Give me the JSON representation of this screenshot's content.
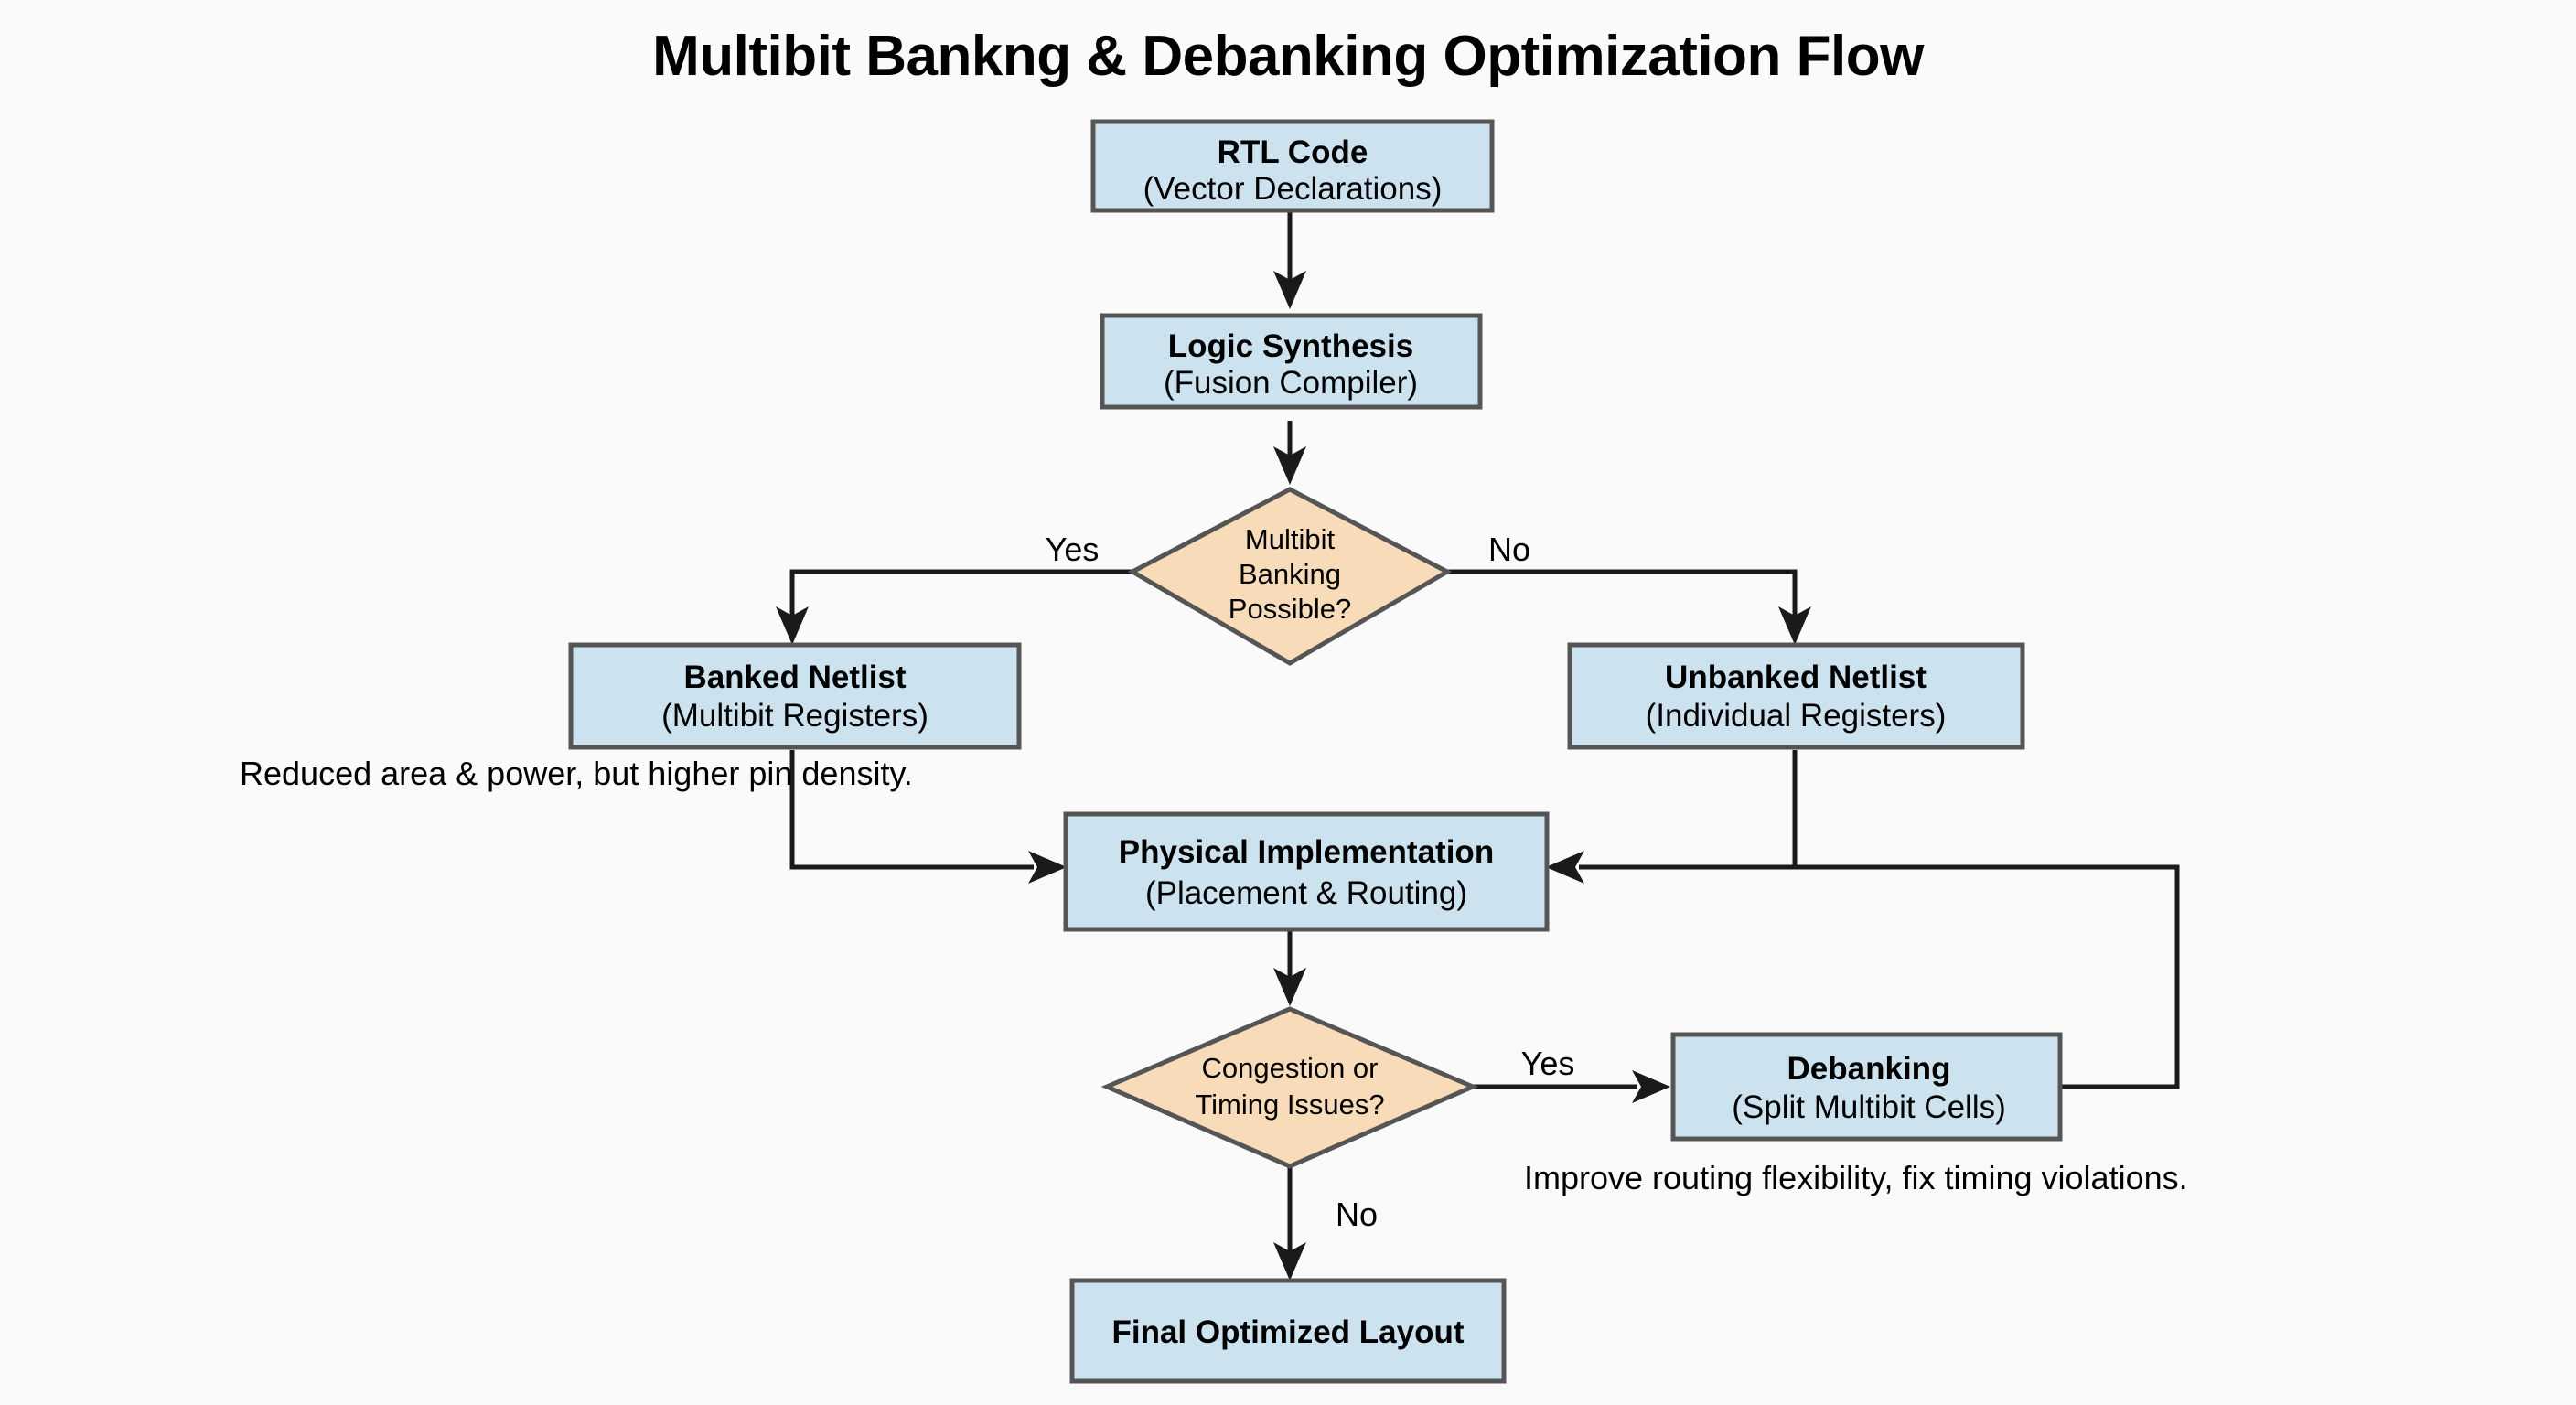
{
  "title": "Multibit Bankng & Debanking Optimization Flow",
  "palette": {
    "background": "#fafafa",
    "process_fill": "#cce3ef",
    "decision_fill": "#f8dcb9",
    "node_border": "#555555",
    "edge": "#1a1a1a",
    "text": "#000000"
  },
  "nodes": {
    "rtl_code": {
      "kind": "process",
      "line1": "RTL Code",
      "line2": "(Vector Declarations)"
    },
    "logic_synthesis": {
      "kind": "process",
      "line1": "Logic Synthesis",
      "line2": "(Fusion Compiler)"
    },
    "multibit_decision": {
      "kind": "decision",
      "line1": "Multibit",
      "line2": "Banking",
      "line3": "Possible?"
    },
    "banked_netlist": {
      "kind": "process",
      "line1": "Banked Netlist",
      "line2": "(Multibit Registers)"
    },
    "unbanked_netlist": {
      "kind": "process",
      "line1": "Unbanked Netlist",
      "line2": "(Individual Registers)"
    },
    "physical_implementation": {
      "kind": "process",
      "line1": "Physical Implementation",
      "line2": "(Placement & Routing)"
    },
    "congestion_decision": {
      "kind": "decision",
      "line1": "Congestion or",
      "line2": "Timing Issues?"
    },
    "debanking": {
      "kind": "process",
      "line1": "Debanking",
      "line2": "(Split Multibit Cells)"
    },
    "final_layout": {
      "kind": "process",
      "line1": "Final Optimized Layout",
      "line2": ""
    }
  },
  "edge_labels": {
    "multibit_yes": "Yes",
    "multibit_no": "No",
    "congestion_yes": "Yes",
    "congestion_no": "No"
  },
  "notes": {
    "banked_note": "Reduced area & power, but higher pin density.",
    "debanking_note": "Improve routing flexibility, fix timing violations."
  }
}
